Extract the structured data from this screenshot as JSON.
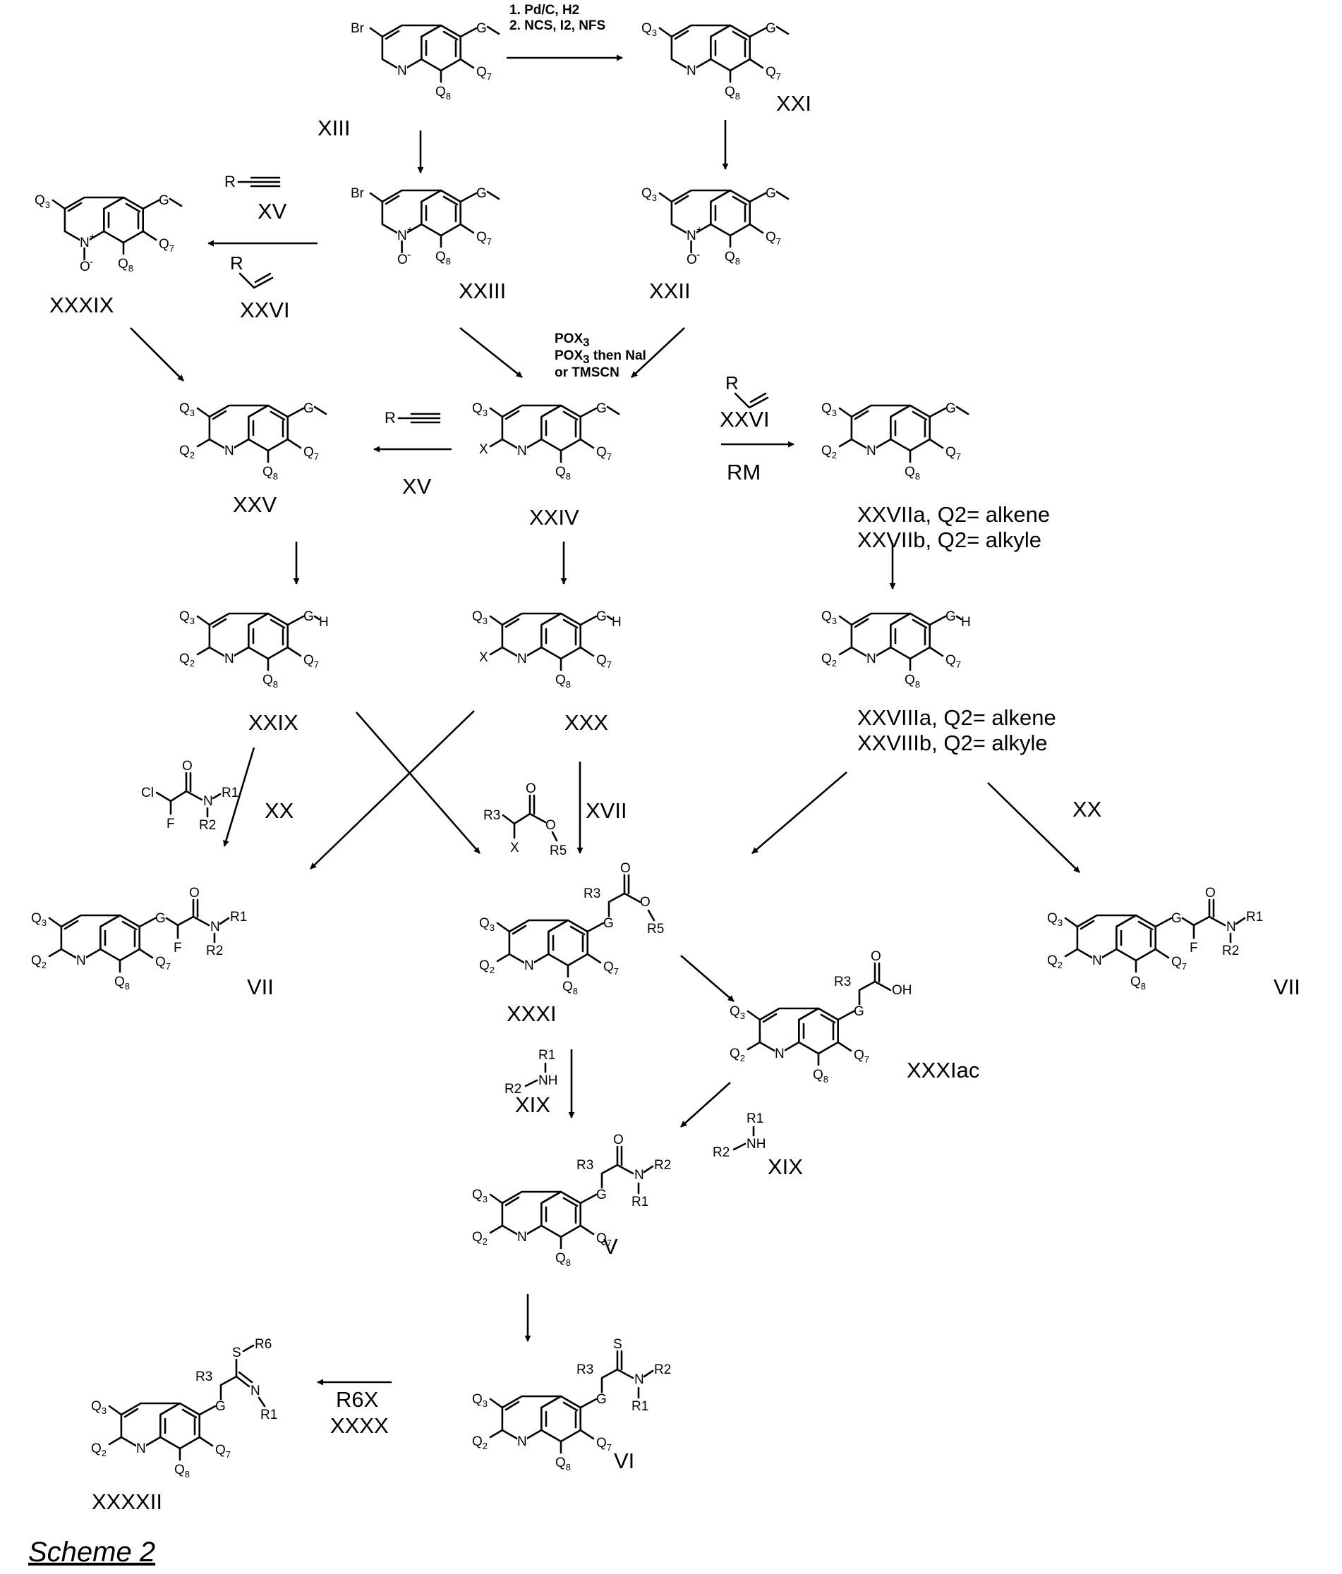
{
  "scheme_title": "Scheme 2",
  "compounds": {
    "XIII": "XIII",
    "XXI": "XXI",
    "XXIII": "XXIII",
    "XXII": "XXII",
    "XXXIX": "XXXIX",
    "XXIV": "XXIV",
    "XXV": "XXV",
    "XXVII_a": "XXVIIa, Q2= alkene",
    "XXVII_b": "XXVIIb, Q2= alkyle",
    "XXIX": "XXIX",
    "XXX": "XXX",
    "XXVIII_a": "XXVIIIa, Q2= alkene",
    "XXVIII_b": "XXVIIIb, Q2= alkyle",
    "VII": "VII",
    "XXXI": "XXXI",
    "XXXIac": "XXXIac",
    "V": "V",
    "VI": "VI",
    "XXXXII": "XXXXII"
  },
  "reagents": {
    "step1_line1": "1. Pd/C, H2",
    "step1_line2": "2. NCS, I2, NFS",
    "XV": "XV",
    "XXVI": "XXVI",
    "XX": "XX",
    "XVII": "XVII",
    "XIX": "XIX",
    "RM": "RM",
    "R6X": "R6X",
    "XXXX": "XXXX",
    "pox_line1": "POX3",
    "pox_line2": "POX3 then NaI",
    "pox_line3": "or TMSCN"
  },
  "atoms": {
    "Br": "Br",
    "N": "N",
    "O": "O",
    "G": "G",
    "H": "H",
    "X": "X",
    "R": "R",
    "Q": "Q",
    "Q2": "2",
    "Q3": "3",
    "Q7": "7",
    "Q8": "8",
    "plus": "+",
    "minus": "-",
    "R1": "R1",
    "R2": "R2",
    "R3": "R3",
    "R5": "R5",
    "R6": "R6",
    "Cl": "Cl",
    "F": "F",
    "S": "S",
    "OH": "OH",
    "NH": "NH"
  }
}
